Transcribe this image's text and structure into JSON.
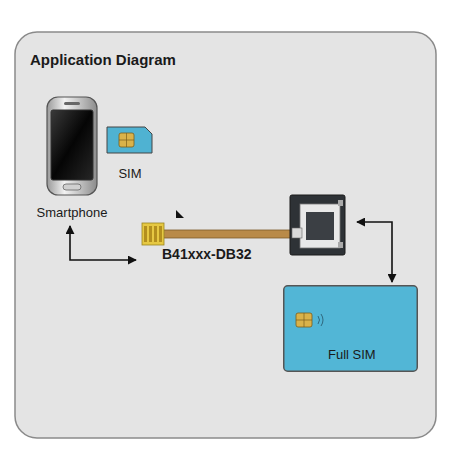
{
  "diagram": {
    "title": "Application Diagram",
    "nodes": [
      {
        "text": [
          "Smartphone"
        ]
      },
      {
        "text": [
          "SIM"
        ]
      },
      {
        "text": [
          "B41xxx-DB32"
        ]
      },
      {
        "text": [
          "Full SIM"
        ]
      }
    ],
    "edges": [
      {
        "from": 0,
        "to": 2,
        "arrow": "both"
      },
      {
        "from": 2,
        "to": 3,
        "arrow": "both"
      }
    ]
  }
}
